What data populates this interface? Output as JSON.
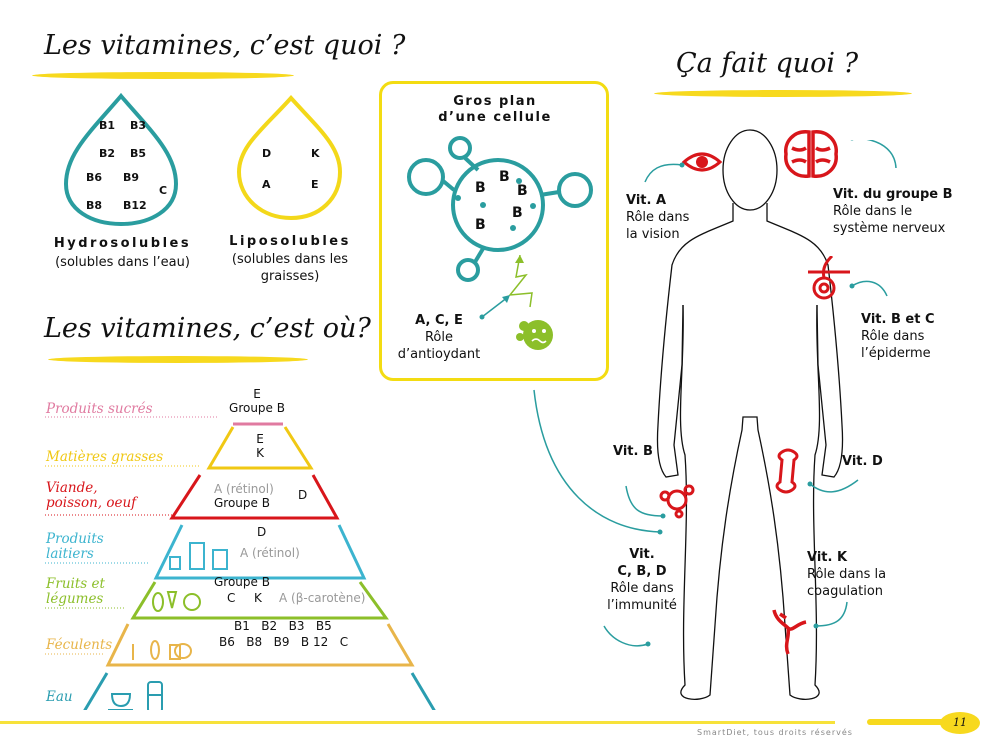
{
  "sections": {
    "what": {
      "title": "Les vitamines, c’est quoi ?"
    },
    "where": {
      "title": "Les vitamines, c’est où?"
    },
    "does": {
      "title": "Ça fait quoi ?"
    }
  },
  "drops": {
    "hydro": {
      "labels": [
        "B1",
        "B3",
        "B2",
        "B5",
        "B6",
        "B9",
        "C",
        "B8",
        "B12"
      ],
      "title": "Hydrosolubles",
      "subtitle": "(solubles dans l’eau)",
      "color": "#2a9d9f"
    },
    "lipo": {
      "labels": [
        "D",
        "K",
        "A",
        "E"
      ],
      "title": "Liposolubles",
      "subtitle_line1": "(solubles dans les",
      "subtitle_line2": "graisses)",
      "color": "#f3d81a"
    }
  },
  "cell": {
    "title_line1": "Gros plan",
    "title_line2": "d’une cellule",
    "b_labels": [
      "B",
      "B",
      "B",
      "B",
      "B"
    ],
    "antioxidant_vits": "A, C, E",
    "antioxidant_line1": "Rôle",
    "antioxidant_line2": "d’antioydant"
  },
  "pyramid": {
    "levels": [
      {
        "category": "Produits sucrés",
        "color": "#e07aa0",
        "vits_line1": "E",
        "vits_line2": "Groupe B"
      },
      {
        "category": "Matières grasses",
        "color": "#f0c814",
        "vits_line1": "E",
        "vits_line2": "K"
      },
      {
        "category_line1": "Viande,",
        "category_line2": "poisson, oeuf",
        "color": "#d8161b",
        "vits_grey": "A (rétinol)",
        "vits_line2": "Groupe B",
        "vits_side": "D"
      },
      {
        "category_line1": "Produits",
        "category_line2": "laitiers",
        "color": "#3cb4cf",
        "vits_line1": "D",
        "vits_grey": "A (rétinol)"
      },
      {
        "category_line1": "Fruits et",
        "category_line2": "légumes",
        "color": "#8cbf2a",
        "vits_line1": "Groupe B",
        "vits_c": "C",
        "vits_k": "K",
        "vits_grey": "A (β-carotène)"
      },
      {
        "category": "Féculents",
        "color": "#e8b54a",
        "vits_line1": "B1   B2   B3   B5",
        "vits_line2": "B6   B8   B9   B 12   C"
      },
      {
        "category": "Eau",
        "color": "#2a9db0"
      }
    ]
  },
  "body": {
    "callouts": [
      {
        "id": "vision",
        "title": "Vit. A",
        "line1": "Rôle dans",
        "line2": "la vision"
      },
      {
        "id": "nervous",
        "title": "Vit. du groupe B",
        "line1": "Rôle dans le",
        "line2": "système nerveux"
      },
      {
        "id": "skin",
        "title": "Vit. B et C",
        "line1": "Rôle dans",
        "line2": "l’épiderme"
      },
      {
        "id": "blood",
        "title": "Vit. B"
      },
      {
        "id": "bone",
        "title": "Vit. D"
      },
      {
        "id": "immunity",
        "title_line1": "Vit.",
        "title_line2": "C, B, D",
        "line1": "Rôle dans",
        "line2": "l’immunité"
      },
      {
        "id": "coag",
        "title": "Vit. K",
        "line1": "Rôle dans la",
        "line2": "coagulation"
      }
    ],
    "icon_color": "#d8161b",
    "arrow_color": "#2a9d9f"
  },
  "footer": {
    "copyright": "SmartDiet, tous droits réservés",
    "page_number": "11"
  },
  "colors": {
    "accent_yellow": "#f7d91e",
    "teal": "#2a9d9f",
    "red": "#d8161b",
    "green": "#8cbf2a"
  }
}
